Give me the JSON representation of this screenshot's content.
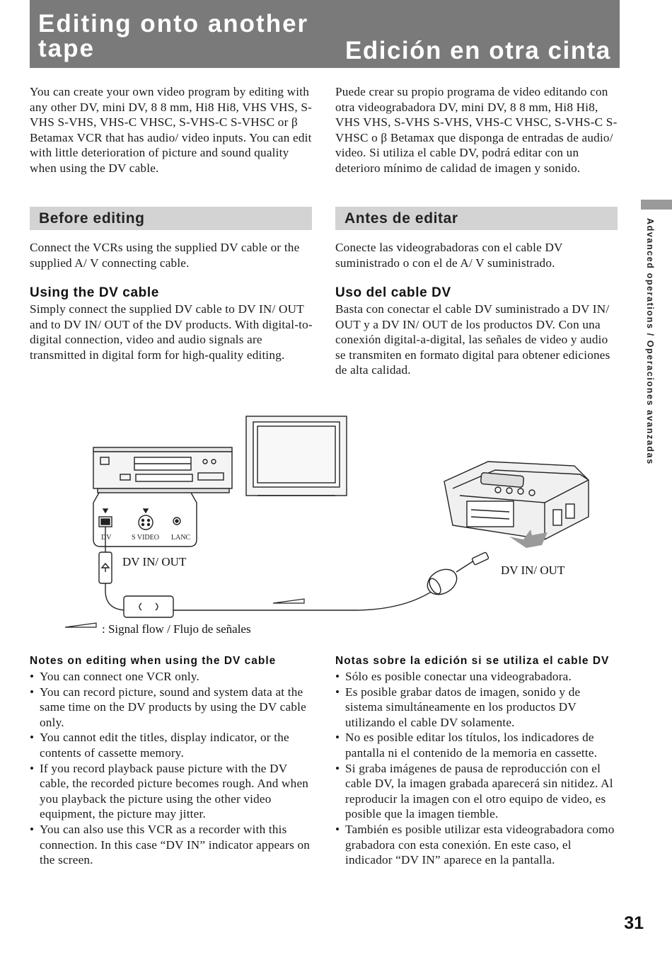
{
  "header": {
    "title_en": "Editing onto another tape",
    "title_es": "Edición en otra cinta"
  },
  "intro": {
    "en_paragraph": "You can create your own video program by editing with any other DV, mini DV, 8 8 mm, Hi8 Hi8, VHS VHS, S-VHS S-VHS, VHS-C VHSC, S-VHS-C S-VHSC or β Betamax VCR that has audio/ video inputs. You can edit with little deterioration of picture and sound quality when using the DV cable.",
    "es_paragraph": "Puede crear su propio programa de video editando con otra videograbadora DV, mini DV, 8 8 mm, Hi8 Hi8, VHS VHS, S-VHS S-VHS, VHS-C VHSC, S-VHS-C S-VHSC o β Betamax que disponga de entradas de audio/ video. Si utiliza el cable DV, podrá editar con un deterioro mínimo de calidad de imagen y sonido."
  },
  "before_editing": {
    "heading_en": "Before editing",
    "heading_es": "Antes de editar",
    "text_en": "Connect the VCRs using the supplied DV cable or the supplied A/ V connecting cable.",
    "text_es": "Conecte las videograbadoras con el cable DV suministrado o con el de A/ V suministrado."
  },
  "dv_cable": {
    "heading_en": "Using the DV cable",
    "heading_es": "Uso del cable DV",
    "text_en": "Simply connect the supplied DV cable to DV IN/ OUT and to DV IN/ OUT of the DV products. With digital-to-digital connection, video and audio signals are transmitted in digital form for high-quality editing.",
    "text_es": "Basta con conectar el cable DV suministrado a DV IN/ OUT y a DV IN/ OUT de los productos DV. Con una conexión digital-a-digital, las señales de video y audio se transmiten en formato digital para obtener ediciones de alta calidad."
  },
  "diagram": {
    "label_dv_in_out_left": "DV IN/ OUT",
    "label_dv_in_out_right": "DV IN/ OUT",
    "jack_dv": "DV",
    "jack_svideo": "S VIDEO",
    "jack_lanc": "LANC",
    "legend": ": Signal flow /  Flujo de señales"
  },
  "notes_en": {
    "heading": "Notes on editing when using the DV cable",
    "items": [
      "You can connect one VCR only.",
      "You can record picture, sound and system data at the same time on the DV products by using the DV cable only.",
      "You cannot edit the titles, display indicator, or the contents of cassette memory.",
      "If you record playback pause picture with the DV cable, the recorded picture becomes rough. And when you playback the picture using the other video equipment, the picture may jitter.",
      "You can also use this VCR as a recorder with this connection. In this case “DV IN” indicator appears on the screen."
    ]
  },
  "notes_es": {
    "heading": "Notas sobre la edición si se utiliza el cable DV",
    "items": [
      "Sólo es posible conectar una videograbadora.",
      "Es posible grabar datos de imagen, sonido y de sistema simultáneamente en los productos DV utilizando el cable DV solamente.",
      "No es posible editar los títulos, los indicadores de pantalla ni el contenido de la memoria en cassette.",
      "Si graba imágenes de pausa de reproducción con el cable DV, la imagen grabada aparecerá sin nitidez. Al reproducir la imagen con el otro equipo de video, es posible que la imagen tiemble.",
      "También es posible utilizar esta videograbadora como grabadora con esta conexión. En este caso, el indicador “DV IN” aparece en la pantalla."
    ]
  },
  "side_label": "Advanced operations / Operaciones avanzadas",
  "page_number": "31"
}
